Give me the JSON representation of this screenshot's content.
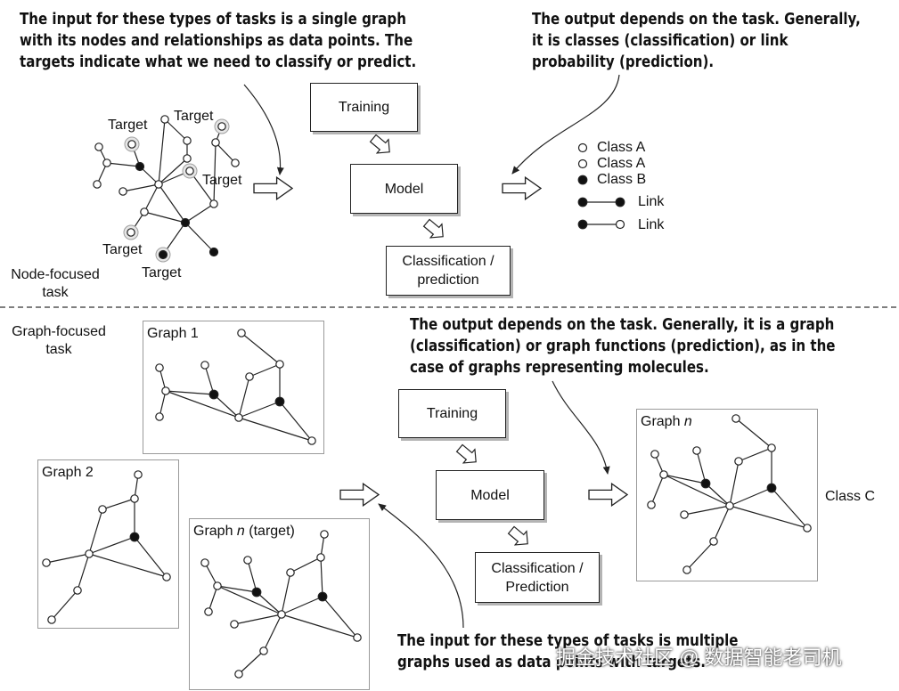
{
  "annotations": {
    "top_input": [
      "The input for these types of tasks is a single graph",
      "with its nodes and relationships as data points. The",
      "targets indicate what we need to classify or predict."
    ],
    "top_output": [
      "The output depends on the task. Generally,",
      "it is classes (classification) or link",
      "probability (prediction)."
    ],
    "bottom_output": [
      "The output depends on the task. Generally, it is a graph",
      "(classification) or graph functions (prediction), as in the",
      "case of graphs representing molecules."
    ],
    "bottom_input": [
      "The input for these types of tasks is multiple",
      "graphs used as data points with targets."
    ]
  },
  "node_task": {
    "label_line1": "Node-focused",
    "label_line2": "task",
    "target_label": "Target",
    "training": "Training",
    "model": "Model",
    "output_box_line1": "Classification /",
    "output_box_line2": "prediction",
    "outputs": [
      "Class A",
      "Class A",
      "Class B",
      "Link",
      "Link"
    ]
  },
  "graph_task": {
    "label_line1": "Graph-focused",
    "label_line2": "task",
    "graph1_title": "Graph 1",
    "graph2_title": "Graph 2",
    "graphn_title_prefix": "Graph ",
    "graphn_title_var": "n",
    "graphn_title_suffix": " (target)",
    "training": "Training",
    "model": "Model",
    "output_box_line1": "Classification /",
    "output_box_line2": "Prediction",
    "output_graph_title_prefix": "Graph ",
    "output_graph_title_var": "n",
    "output_class": "Class C"
  },
  "watermark": "掘金技术社区 @ 数据智能老司机"
}
